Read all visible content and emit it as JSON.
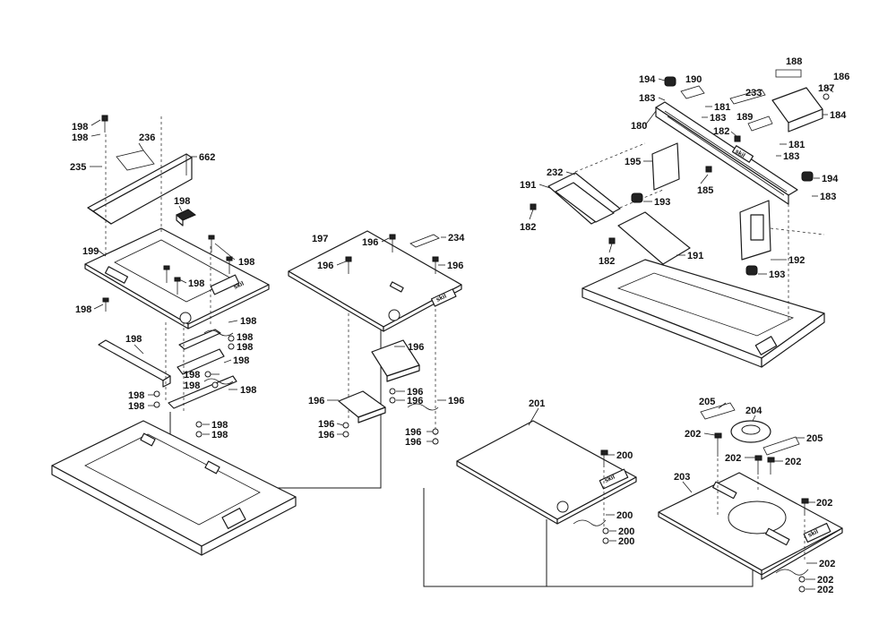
{
  "diagram": {
    "callouts": {
      "c198_a": "198",
      "c198_b": "198",
      "c236": "236",
      "c235": "235",
      "c662": "662",
      "c198_c": "198",
      "c199": "199",
      "c198_d": "198",
      "c198_e": "198",
      "c198_f": "198",
      "c198_g": "198",
      "c198_h": "198",
      "c198_i": "198",
      "c198_j": "198",
      "c198_k": "198",
      "c198_l": "198",
      "c198_m": "198",
      "c198_n": "198",
      "c198_o": "198",
      "c198_p": "198",
      "c198_q": "198",
      "c198_r": "198",
      "c197": "197",
      "c196_a": "196",
      "c234": "234",
      "c196_b": "196",
      "c196_c": "196",
      "c196_d": "196",
      "c196_e": "196",
      "c196_f": "196",
      "c196_g": "196",
      "c196_h": "196",
      "c196_i": "196",
      "c196_j": "196",
      "c196_k": "196",
      "c194_a": "194",
      "c190": "190",
      "c233": "233",
      "c188": "188",
      "c186": "186",
      "c187": "187",
      "c183_a": "183",
      "c181_a": "181",
      "c183_b": "183",
      "c189": "189",
      "c184": "184",
      "c180": "180",
      "c182_a": "182",
      "c181_b": "181",
      "c183_c": "183",
      "c195": "195",
      "c232": "232",
      "c191_a": "191",
      "c185": "185",
      "c193_a": "193",
      "c194_b": "194",
      "c183_d": "183",
      "c182_b": "182",
      "c182_c": "182",
      "c191_b": "191",
      "c192": "192",
      "c193_b": "193",
      "c201": "201",
      "c200_a": "200",
      "c200_b": "200",
      "c200_c": "200",
      "c200_d": "200",
      "c205_a": "205",
      "c204": "204",
      "c202_a": "202",
      "c205_b": "205",
      "c202_b": "202",
      "c202_c": "202",
      "c203": "203",
      "c202_d": "202",
      "c202_e": "202",
      "c202_f": "202",
      "c202_g": "202"
    },
    "brand_marks": {
      "b1": "skil",
      "b2": "skil",
      "b3": "skil",
      "b4": "skil",
      "b5": "skil"
    }
  }
}
